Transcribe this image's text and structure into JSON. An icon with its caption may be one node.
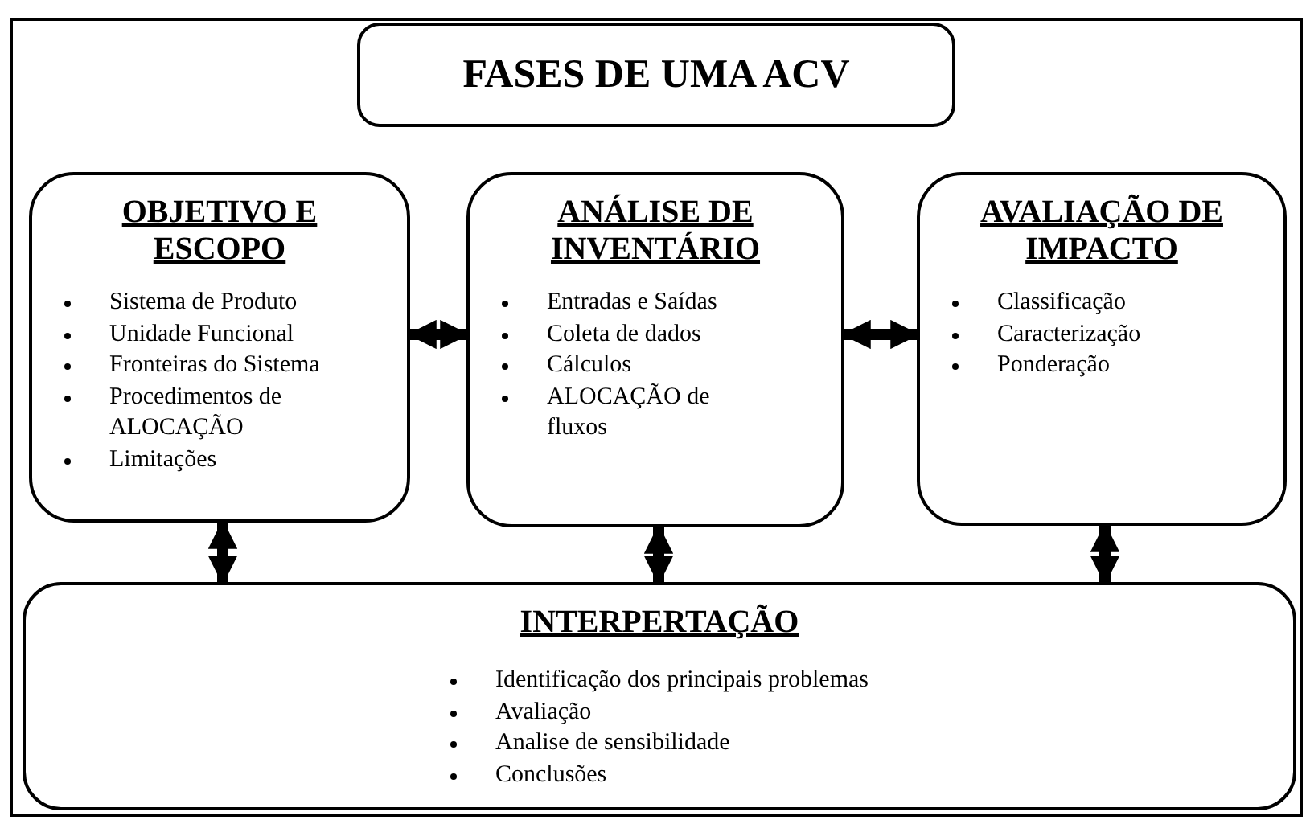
{
  "diagram": {
    "nodes": [
      {
        "text": [
          "FASES DE UMA ACV"
        ]
      },
      {
        "text": [
          "OBJETIVO E ESCOPO",
          "Sistema de Produto",
          "Unidade Funcional",
          "Fronteiras do Sistema",
          "Procedimentos de ALOCAÇÃO",
          "Limitações"
        ]
      },
      {
        "text": [
          "ANÁLISE DE INVENTÁRIO",
          "Entradas e Saídas",
          "Coleta de dados",
          "Cálculos",
          "ALOCAÇÃO de fluxos"
        ]
      },
      {
        "text": [
          "AVALIAÇÃO DE IMPACTO",
          "Classificação",
          "Caracterização",
          "Ponderação"
        ]
      },
      {
        "text": [
          "INTERPERTAÇÃO",
          "Identificação dos principais problemas",
          "Avaliação",
          "Analise de sensibilidade",
          "Conclusões"
        ]
      }
    ],
    "edges": [
      {
        "from": 1,
        "to": 2,
        "arrow": "both"
      },
      {
        "from": 2,
        "to": 3,
        "arrow": "both"
      },
      {
        "from": 1,
        "to": 4,
        "arrow": "both"
      },
      {
        "from": 2,
        "to": 4,
        "arrow": "both"
      },
      {
        "from": 3,
        "to": 4,
        "arrow": "both"
      }
    ]
  }
}
